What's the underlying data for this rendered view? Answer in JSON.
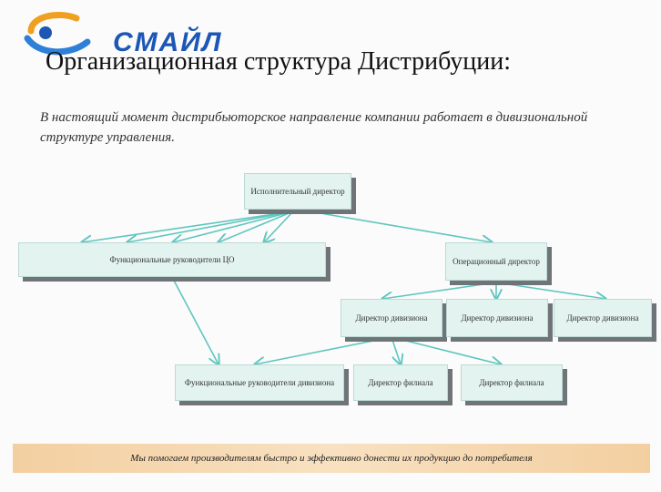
{
  "logo": {
    "text": "СМАЙЛ"
  },
  "title": "Организационная структура Дистрибуции:",
  "intro": "В настоящий момент дистрибьюторское направление компании работает в дивизиональной структуре управления.",
  "boxes": {
    "exec_director": "Исполнительный директор",
    "func_heads_co": "Функциональные руководители ЦО",
    "ops_director": "Операционный директор",
    "div_director_1": "Директор дивизиона",
    "div_director_2": "Директор дивизиона",
    "div_director_3": "Директор дивизиона",
    "func_heads_div": "Функциональные руководители дивизиона",
    "branch_director_1": "Директор филиала",
    "branch_director_2": "Директор филиала"
  },
  "footer": "Мы помогаем производителям быстро и эффективно донести их продукцию до потребителя",
  "colors": {
    "box_fill": "#e3f4f0",
    "box_shadow": "#6f7478",
    "arrow": "#5fc6bf",
    "logo": "#1b57b5",
    "footer_fill": "#f5d6ae"
  }
}
